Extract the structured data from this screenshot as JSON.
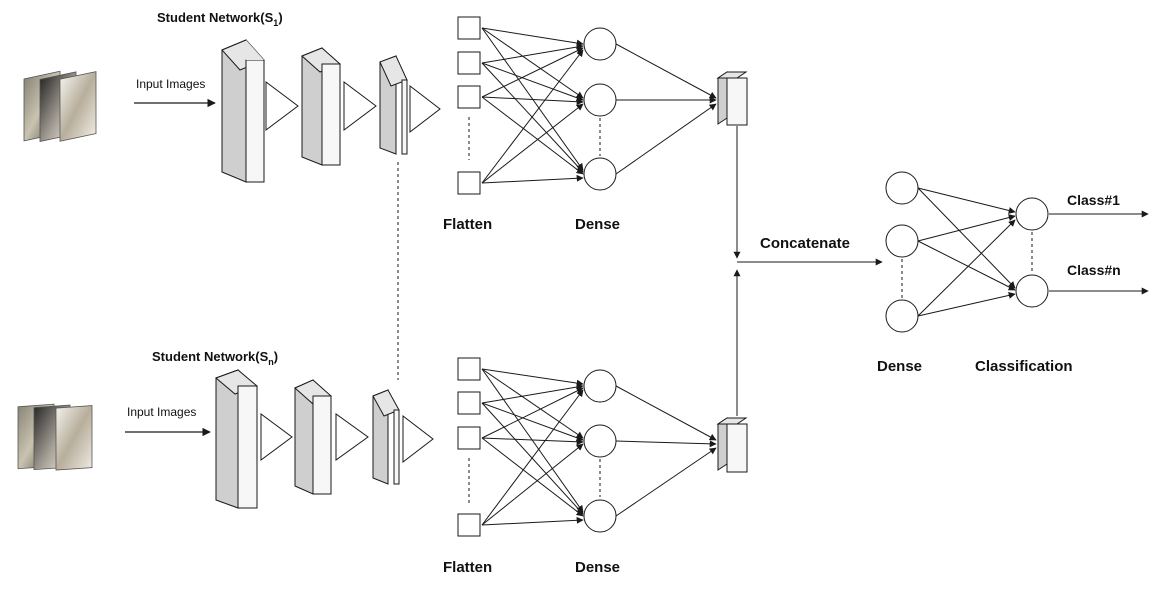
{
  "diagram": {
    "top_branch": {
      "title_prefix": "Student Network(S",
      "title_subscript": "1",
      "title_suffix": ")",
      "input_label": "Input Images",
      "flatten_label": "Flatten",
      "dense_label": "Dense"
    },
    "bottom_branch": {
      "title_prefix": "Student Network(S",
      "title_subscript": "n",
      "title_suffix": ")",
      "input_label": "Input Images",
      "flatten_label": "Flatten",
      "dense_label": "Dense"
    },
    "merge": {
      "concatenate_label": "Concatenate",
      "dense_label": "Dense",
      "classification_label": "Classification",
      "outputs": [
        "Class#1",
        "Class#n"
      ]
    },
    "colors": {
      "stroke": "#1a1a1a",
      "block_face": "#f7f7f7",
      "block_side": "#cfcfcf",
      "block_top": "#e6e6e6"
    }
  }
}
